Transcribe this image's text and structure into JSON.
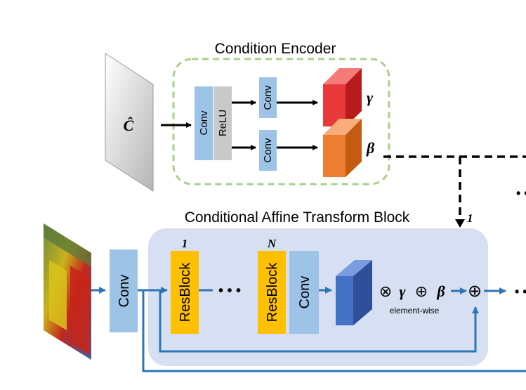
{
  "condition_encoder": {
    "title": "Condition Encoder",
    "input_symbol": "Ĉ",
    "conv_label": "Conv",
    "relu_label": "ReLU",
    "conv_gamma_label": "Conv",
    "conv_beta_label": "Conv",
    "gamma_symbol": "γ",
    "beta_symbol": "β"
  },
  "affine_block": {
    "title": "Conditional Affine Transform Block",
    "input_conv_label": "Conv",
    "resblock_first_label": "ResBlock",
    "resblock_first_index": "1",
    "resblock_last_label": "ResBlock",
    "resblock_last_index": "N",
    "ellipsis": "• • •",
    "block_conv_label": "Conv",
    "otimes": "⊗",
    "gamma_symbol": "γ",
    "oplus": "⊕",
    "beta_symbol": "β",
    "element_wise_label": "element-wise",
    "sum_symbol": "⊕",
    "condition_index": "1",
    "output_ellipsis": "• •",
    "right_ellipsis": "• •"
  },
  "colors": {
    "encoder_border": "#a9cf8e",
    "block_bg": "#d6e0f2",
    "conv_box": "#9dc3e6",
    "relu_box": "#c9c9c9",
    "resblock": "#ffc000",
    "arrow_blue": "#2e75b6",
    "gamma_cube": "#e83a3a",
    "beta_cube": "#ed7d31",
    "feature_cube": "#4472c4"
  }
}
